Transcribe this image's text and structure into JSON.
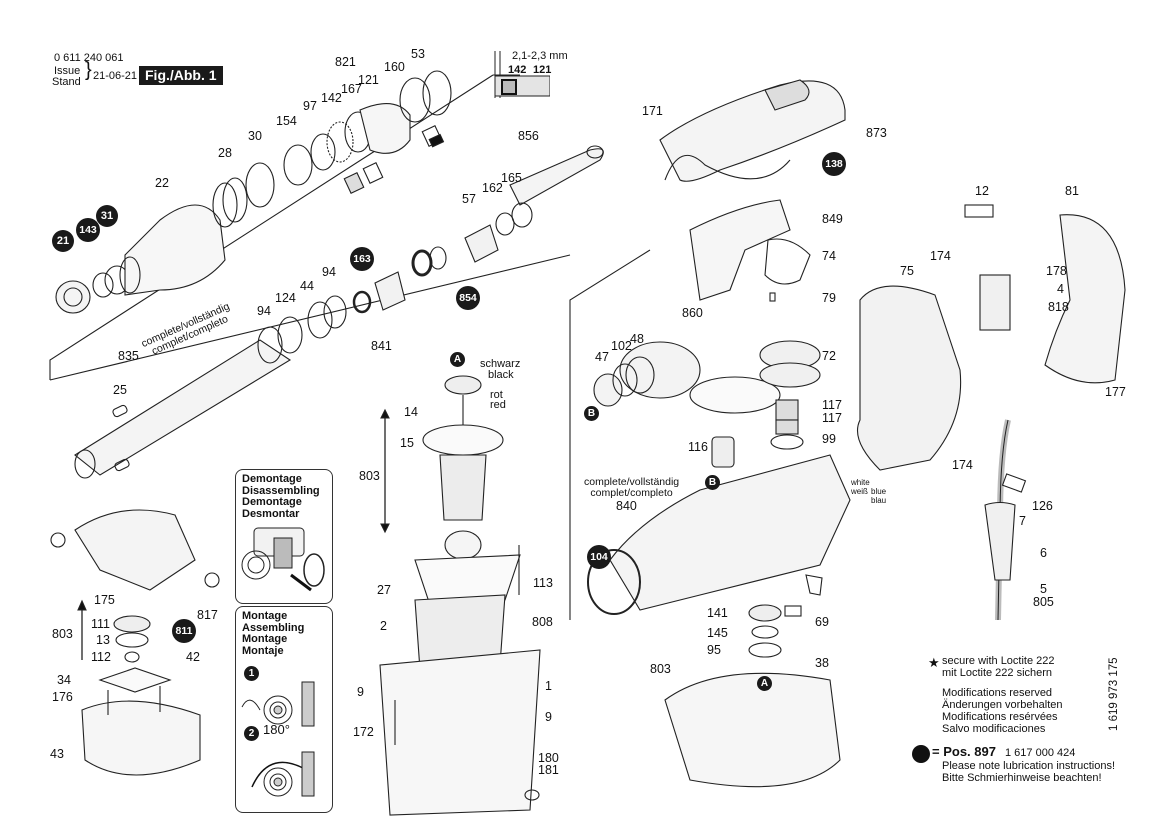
{
  "header": {
    "part_number": "0 611 240 061",
    "issue_label": "Issue",
    "stand_label": "Stand",
    "issue_date": "21-06-21",
    "figure_label": "Fig./Abb. 1"
  },
  "detail_inset": {
    "dimension": "2,1-2,3 mm",
    "labels": [
      "142",
      "121"
    ]
  },
  "complete_text": {
    "line1": "complete/vollständig",
    "line2": "complet/completo"
  },
  "wire_labels": {
    "schwarz": "schwarz",
    "black": "black",
    "rot": "rot",
    "red": "red",
    "white": "white",
    "weiss": "weiß",
    "blue": "blue",
    "blau": "blau"
  },
  "disassembling_box": {
    "lines": [
      "Demontage",
      "Disassembling",
      "Demontage",
      "Desmontar"
    ]
  },
  "assembling_box": {
    "lines": [
      "Montage",
      "Assembling",
      "Montage",
      "Montaje"
    ],
    "step1": "1",
    "step2": "2",
    "angle": "180°"
  },
  "part_labels": [
    {
      "id": "21",
      "style": "blob"
    },
    {
      "id": "143",
      "style": "blob"
    },
    {
      "id": "31",
      "style": "blob"
    },
    {
      "id": "22"
    },
    {
      "id": "28"
    },
    {
      "id": "30"
    },
    {
      "id": "154"
    },
    {
      "id": "97"
    },
    {
      "id": "142"
    },
    {
      "id": "167"
    },
    {
      "id": "121"
    },
    {
      "id": "821"
    },
    {
      "id": "160"
    },
    {
      "id": "53"
    },
    {
      "id": "856"
    },
    {
      "id": "165"
    },
    {
      "id": "162"
    },
    {
      "id": "57"
    },
    {
      "id": "163",
      "style": "blob"
    },
    {
      "id": "854",
      "style": "blob"
    },
    {
      "id": "841"
    },
    {
      "id": "94"
    },
    {
      "id": "44"
    },
    {
      "id": "124"
    },
    {
      "id": "94b",
      "text": "94"
    },
    {
      "id": "835"
    },
    {
      "id": "25"
    },
    {
      "id": "14"
    },
    {
      "id": "15"
    },
    {
      "id": "803a",
      "text": "803"
    },
    {
      "id": "27"
    },
    {
      "id": "113"
    },
    {
      "id": "2"
    },
    {
      "id": "808"
    },
    {
      "id": "9a",
      "text": "9"
    },
    {
      "id": "1"
    },
    {
      "id": "9b",
      "text": "9"
    },
    {
      "id": "172"
    },
    {
      "id": "180"
    },
    {
      "id": "181"
    },
    {
      "id": "175"
    },
    {
      "id": "803b",
      "text": "803"
    },
    {
      "id": "111"
    },
    {
      "id": "13"
    },
    {
      "id": "112"
    },
    {
      "id": "811",
      "style": "blob"
    },
    {
      "id": "817"
    },
    {
      "id": "42"
    },
    {
      "id": "34"
    },
    {
      "id": "176"
    },
    {
      "id": "43"
    },
    {
      "id": "171"
    },
    {
      "id": "873"
    },
    {
      "id": "138",
      "style": "blob"
    },
    {
      "id": "849"
    },
    {
      "id": "74"
    },
    {
      "id": "79"
    },
    {
      "id": "860"
    },
    {
      "id": "47"
    },
    {
      "id": "102"
    },
    {
      "id": "48"
    },
    {
      "id": "72"
    },
    {
      "id": "117a",
      "text": "117"
    },
    {
      "id": "117b",
      "text": "117"
    },
    {
      "id": "116"
    },
    {
      "id": "99"
    },
    {
      "id": "840"
    },
    {
      "id": "104",
      "style": "blob"
    },
    {
      "id": "141"
    },
    {
      "id": "145"
    },
    {
      "id": "95"
    },
    {
      "id": "803c",
      "text": "803"
    },
    {
      "id": "69"
    },
    {
      "id": "38"
    },
    {
      "id": "12"
    },
    {
      "id": "81"
    },
    {
      "id": "174a",
      "text": "174"
    },
    {
      "id": "75"
    },
    {
      "id": "178"
    },
    {
      "id": "4"
    },
    {
      "id": "818"
    },
    {
      "id": "177"
    },
    {
      "id": "174b",
      "text": "174"
    },
    {
      "id": "126"
    },
    {
      "id": "7"
    },
    {
      "id": "6"
    },
    {
      "id": "5"
    },
    {
      "id": "805"
    }
  ],
  "reference_letters": [
    "A",
    "A",
    "B",
    "B",
    "B"
  ],
  "notes": {
    "loctite_en": "secure with Loctite 222",
    "loctite_de": "mit Loctite 222 sichern",
    "mod_en": "Modifications reserved",
    "mod_de": "Änderungen vorbehalten",
    "mod_fr": "Modifications resérvées",
    "mod_es": "Salvo modificaciones",
    "lube_eq": "= Pos. 897",
    "lube_part": "1 617 000 424",
    "lube_en": "Please note lubrication instructions!",
    "lube_de": "Bitte Schmierhinweise beachten!",
    "doc_number": "1 619 973 175"
  },
  "colors": {
    "ink": "#111111",
    "blob": "#1a1a1a",
    "part_fill": "#f2f2f2",
    "part_shade": "#cfcfcf"
  }
}
